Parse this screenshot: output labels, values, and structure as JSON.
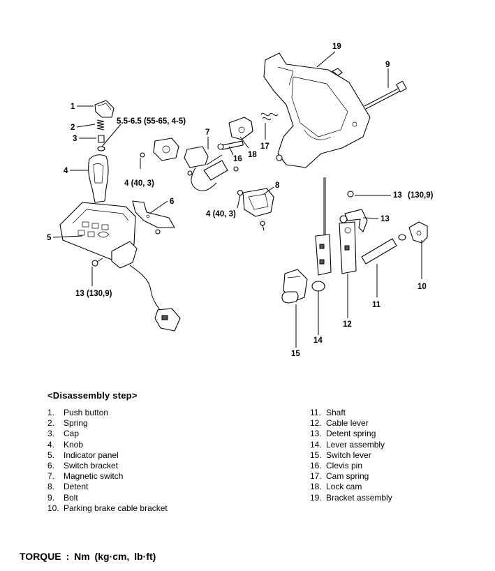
{
  "callouts": {
    "c1": "1",
    "c2": "2",
    "c3": "3",
    "c4": "4",
    "c5": "5",
    "c6": "6",
    "c7": "7",
    "c8": "8",
    "c9": "9",
    "c10": "10",
    "c11": "11",
    "c12": "12",
    "c13a": "13",
    "c13b": "13",
    "c13c": "13",
    "c14": "14",
    "c15": "15",
    "c16": "16",
    "c17": "17",
    "c18": "18",
    "c19": "19",
    "t_cap": "5.5-6.5  (55-65,  4-5)",
    "t_mag": "4  (40,  3)",
    "t_detent": "4  (40,  3)",
    "t_13a": "(130,9)",
    "t_13c": "13  (130,9)"
  },
  "heading": "<Disassembly  step>",
  "steps_left": [
    {
      "num": "1.",
      "label": "Push button"
    },
    {
      "num": "2.",
      "label": "Spring"
    },
    {
      "num": "3.",
      "label": "Cap"
    },
    {
      "num": "4.",
      "label": "Knob"
    },
    {
      "num": "5.",
      "label": "Indicator panel"
    },
    {
      "num": "6.",
      "label": "Switch bracket"
    },
    {
      "num": "7.",
      "label": "Magnetic switch"
    },
    {
      "num": "8.",
      "label": "Detent"
    },
    {
      "num": "9.",
      "label": "Bolt"
    },
    {
      "num": "10.",
      "label": "Parking brake cable bracket"
    }
  ],
  "steps_right": [
    {
      "num": "11.",
      "label": "Shaft"
    },
    {
      "num": "12.",
      "label": "Cable lever"
    },
    {
      "num": "13.",
      "label": "Detent spring"
    },
    {
      "num": "14.",
      "label": "Lever assembly"
    },
    {
      "num": "15.",
      "label": "Switch lever"
    },
    {
      "num": "16.",
      "label": "Clevis pin"
    },
    {
      "num": "17.",
      "label": "Cam spring"
    },
    {
      "num": "18.",
      "label": "Lock cam"
    },
    {
      "num": "19.",
      "label": "Bracket assembly"
    }
  ],
  "torque_note": "TORQUE  :  Nm  (kg·cm,  lb·ft)"
}
